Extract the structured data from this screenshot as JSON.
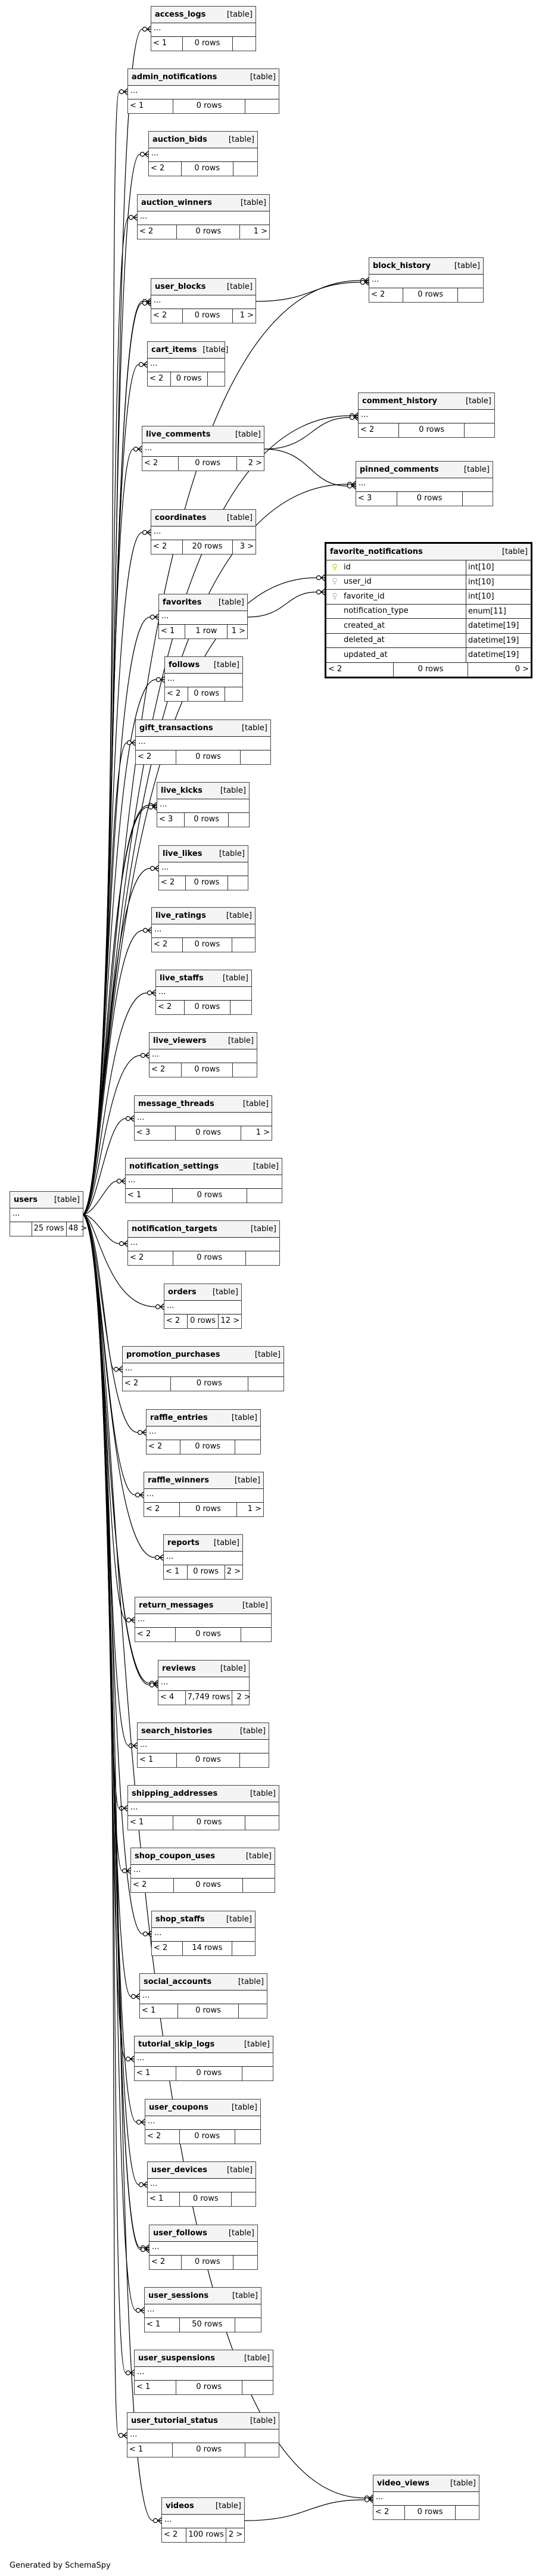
{
  "diagram": {
    "table_tag": "[table]",
    "collapsed_columns": "...",
    "footer": "Generated by SchemaSpy",
    "colors": {
      "primary_key": "#d4cc00",
      "foreign_key": "#bbbbbb",
      "header_bg": "#f4f4f4",
      "border": "#444444"
    }
  },
  "tables": [
    {
      "name": "access_logs",
      "parents": "< 1",
      "rows": "0 rows",
      "children": ""
    },
    {
      "name": "admin_notifications",
      "parents": "< 1",
      "rows": "0 rows",
      "children": ""
    },
    {
      "name": "auction_bids",
      "parents": "< 2",
      "rows": "0 rows",
      "children": ""
    },
    {
      "name": "auction_winners",
      "parents": "< 2",
      "rows": "0 rows",
      "children": "1 >"
    },
    {
      "name": "user_blocks",
      "parents": "< 2",
      "rows": "0 rows",
      "children": "1 >"
    },
    {
      "name": "cart_items",
      "parents": "< 2",
      "rows": "0 rows",
      "children": ""
    },
    {
      "name": "live_comments",
      "parents": "< 2",
      "rows": "0 rows",
      "children": "2 >"
    },
    {
      "name": "coordinates",
      "parents": "< 2",
      "rows": "20 rows",
      "children": "3 >"
    },
    {
      "name": "favorites",
      "parents": "< 1",
      "rows": "1 row",
      "children": "1 >"
    },
    {
      "name": "follows",
      "parents": "< 2",
      "rows": "0 rows",
      "children": ""
    },
    {
      "name": "gift_transactions",
      "parents": "< 2",
      "rows": "0 rows",
      "children": ""
    },
    {
      "name": "live_kicks",
      "parents": "< 3",
      "rows": "0 rows",
      "children": ""
    },
    {
      "name": "live_likes",
      "parents": "< 2",
      "rows": "0 rows",
      "children": ""
    },
    {
      "name": "live_ratings",
      "parents": "< 2",
      "rows": "0 rows",
      "children": ""
    },
    {
      "name": "live_staffs",
      "parents": "< 2",
      "rows": "0 rows",
      "children": ""
    },
    {
      "name": "live_viewers",
      "parents": "< 2",
      "rows": "0 rows",
      "children": ""
    },
    {
      "name": "message_threads",
      "parents": "< 3",
      "rows": "0 rows",
      "children": "1 >"
    },
    {
      "name": "notification_settings",
      "parents": "< 1",
      "rows": "0 rows",
      "children": ""
    },
    {
      "name": "notification_targets",
      "parents": "< 2",
      "rows": "0 rows",
      "children": ""
    },
    {
      "name": "orders",
      "parents": "< 2",
      "rows": "0 rows",
      "children": "12 >"
    },
    {
      "name": "promotion_purchases",
      "parents": "< 2",
      "rows": "0 rows",
      "children": ""
    },
    {
      "name": "raffle_entries",
      "parents": "< 2",
      "rows": "0 rows",
      "children": ""
    },
    {
      "name": "raffle_winners",
      "parents": "< 2",
      "rows": "0 rows",
      "children": "1 >"
    },
    {
      "name": "reports",
      "parents": "< 1",
      "rows": "0 rows",
      "children": "2 >"
    },
    {
      "name": "return_messages",
      "parents": "< 2",
      "rows": "0 rows",
      "children": ""
    },
    {
      "name": "reviews",
      "parents": "< 4",
      "rows": "7,749 rows",
      "children": "2 >"
    },
    {
      "name": "search_histories",
      "parents": "< 1",
      "rows": "0 rows",
      "children": ""
    },
    {
      "name": "shipping_addresses",
      "parents": "< 1",
      "rows": "0 rows",
      "children": ""
    },
    {
      "name": "shop_coupon_uses",
      "parents": "< 2",
      "rows": "0 rows",
      "children": ""
    },
    {
      "name": "shop_staffs",
      "parents": "< 2",
      "rows": "14 rows",
      "children": ""
    },
    {
      "name": "social_accounts",
      "parents": "< 1",
      "rows": "0 rows",
      "children": ""
    },
    {
      "name": "tutorial_skip_logs",
      "parents": "< 1",
      "rows": "0 rows",
      "children": ""
    },
    {
      "name": "user_coupons",
      "parents": "< 2",
      "rows": "0 rows",
      "children": ""
    },
    {
      "name": "user_devices",
      "parents": "< 1",
      "rows": "0 rows",
      "children": ""
    },
    {
      "name": "user_follows",
      "parents": "< 2",
      "rows": "0 rows",
      "children": ""
    },
    {
      "name": "user_sessions",
      "parents": "< 1",
      "rows": "50 rows",
      "children": ""
    },
    {
      "name": "user_suspensions",
      "parents": "< 1",
      "rows": "0 rows",
      "children": ""
    },
    {
      "name": "user_tutorial_status",
      "parents": "< 1",
      "rows": "0 rows",
      "children": ""
    },
    {
      "name": "videos",
      "parents": "< 2",
      "rows": "100 rows",
      "children": "2 >"
    },
    {
      "name": "users",
      "parents": "",
      "rows": "25 rows",
      "children": "48 >"
    },
    {
      "name": "block_history",
      "parents": "< 2",
      "rows": "0 rows",
      "children": ""
    },
    {
      "name": "comment_history",
      "parents": "< 2",
      "rows": "0 rows",
      "children": ""
    },
    {
      "name": "pinned_comments",
      "parents": "< 3",
      "rows": "0 rows",
      "children": ""
    },
    {
      "name": "video_views",
      "parents": "< 2",
      "rows": "0 rows",
      "children": ""
    }
  ],
  "focus_table": {
    "name": "favorite_notifications",
    "columns": [
      {
        "name": "id",
        "type": "int[10]",
        "key": "primary-key"
      },
      {
        "name": "user_id",
        "type": "int[10]",
        "key": "foreign-key"
      },
      {
        "name": "favorite_id",
        "type": "int[10]",
        "key": "foreign-key"
      },
      {
        "name": "notification_type",
        "type": "enum[11]",
        "key": ""
      },
      {
        "name": "created_at",
        "type": "datetime[19]",
        "key": ""
      },
      {
        "name": "deleted_at",
        "type": "datetime[19]",
        "key": ""
      },
      {
        "name": "updated_at",
        "type": "datetime[19]",
        "key": ""
      }
    ],
    "parents": "< 2",
    "rows": "0 rows",
    "children": "0 >"
  },
  "relationships": [
    [
      "access_logs",
      "users"
    ],
    [
      "admin_notifications",
      "users"
    ],
    [
      "auction_bids",
      "users"
    ],
    [
      "auction_winners",
      "users"
    ],
    [
      "user_blocks",
      "users"
    ],
    [
      "user_blocks",
      "users"
    ],
    [
      "cart_items",
      "users"
    ],
    [
      "live_comments",
      "users"
    ],
    [
      "coordinates",
      "users"
    ],
    [
      "favorites",
      "users"
    ],
    [
      "follows",
      "users"
    ],
    [
      "gift_transactions",
      "users"
    ],
    [
      "live_kicks",
      "users"
    ],
    [
      "live_kicks",
      "users"
    ],
    [
      "live_likes",
      "users"
    ],
    [
      "live_ratings",
      "users"
    ],
    [
      "live_staffs",
      "users"
    ],
    [
      "live_viewers",
      "users"
    ],
    [
      "message_threads",
      "users"
    ],
    [
      "notification_settings",
      "users"
    ],
    [
      "notification_targets",
      "users"
    ],
    [
      "orders",
      "users"
    ],
    [
      "promotion_purchases",
      "users"
    ],
    [
      "raffle_entries",
      "users"
    ],
    [
      "raffle_winners",
      "users"
    ],
    [
      "reports",
      "users"
    ],
    [
      "return_messages",
      "users"
    ],
    [
      "reviews",
      "users"
    ],
    [
      "reviews",
      "users"
    ],
    [
      "search_histories",
      "users"
    ],
    [
      "shipping_addresses",
      "users"
    ],
    [
      "shop_coupon_uses",
      "users"
    ],
    [
      "shop_staffs",
      "users"
    ],
    [
      "social_accounts",
      "users"
    ],
    [
      "tutorial_skip_logs",
      "users"
    ],
    [
      "user_coupons",
      "users"
    ],
    [
      "user_devices",
      "users"
    ],
    [
      "user_follows",
      "users"
    ],
    [
      "user_follows",
      "users"
    ],
    [
      "user_sessions",
      "users"
    ],
    [
      "user_suspensions",
      "users"
    ],
    [
      "user_tutorial_status",
      "users"
    ],
    [
      "videos",
      "users"
    ],
    [
      "block_history",
      "users"
    ],
    [
      "block_history",
      "user_blocks"
    ],
    [
      "comment_history",
      "users"
    ],
    [
      "comment_history",
      "live_comments"
    ],
    [
      "pinned_comments",
      "users"
    ],
    [
      "pinned_comments",
      "live_comments"
    ],
    [
      "favorite_notifications",
      "users"
    ],
    [
      "favorite_notifications",
      "favorites"
    ],
    [
      "video_views",
      "users"
    ],
    [
      "video_views",
      "videos"
    ]
  ]
}
